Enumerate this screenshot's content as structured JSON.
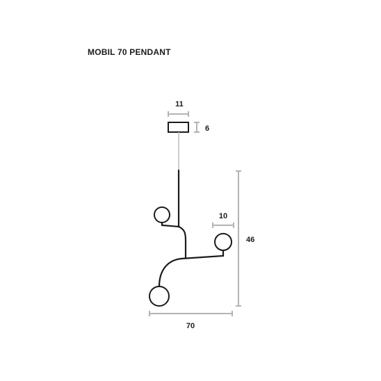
{
  "title": "MOBIL 70 PENDANT",
  "dimensions": {
    "canopy_width": "11",
    "canopy_height": "6",
    "globe_diameter": "10",
    "height": "46",
    "width": "70"
  },
  "colors": {
    "line": "#1a1a1a",
    "dimension": "#b3b3b3",
    "cord": "#bdbdbd"
  }
}
